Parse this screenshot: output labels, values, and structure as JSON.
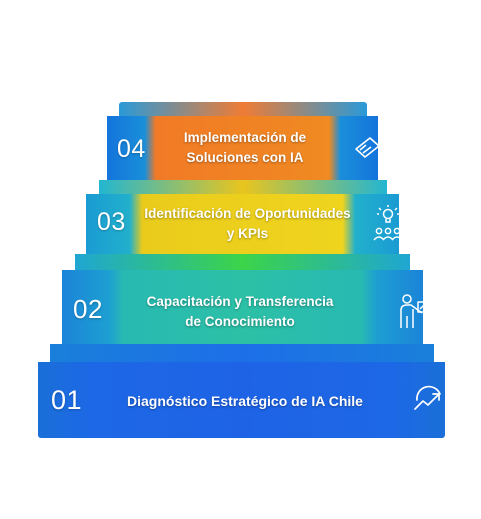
{
  "steps": [
    {
      "number": "01",
      "title": "Diagnóstico Estratégico de IA Chile",
      "icon": "growth-arrow-gauge-icon"
    },
    {
      "number": "02",
      "title": "Capacitación y Transferencia de Conocimiento",
      "title_line1": "Capacitación y Transferencia",
      "title_line2": "de Conocimiento",
      "icon": "presenter-board-icon"
    },
    {
      "number": "03",
      "title": "Identificación de Oportunidades y KPIs",
      "title_line1": "Identificación de Oportunidades",
      "title_line2": "y KPIs",
      "icon": "idea-team-icon"
    },
    {
      "number": "04",
      "title": "Implementación de Soluciones con IA",
      "title_line1": "Implementación de",
      "title_line2": "Soluciones con IA",
      "icon": "ai-document-icon"
    }
  ],
  "colors": {
    "blue": "#1e63e6",
    "teal": "#1aa7c9",
    "green": "#3fd14a",
    "yellow": "#f3d21c",
    "orange": "#f07a22"
  }
}
